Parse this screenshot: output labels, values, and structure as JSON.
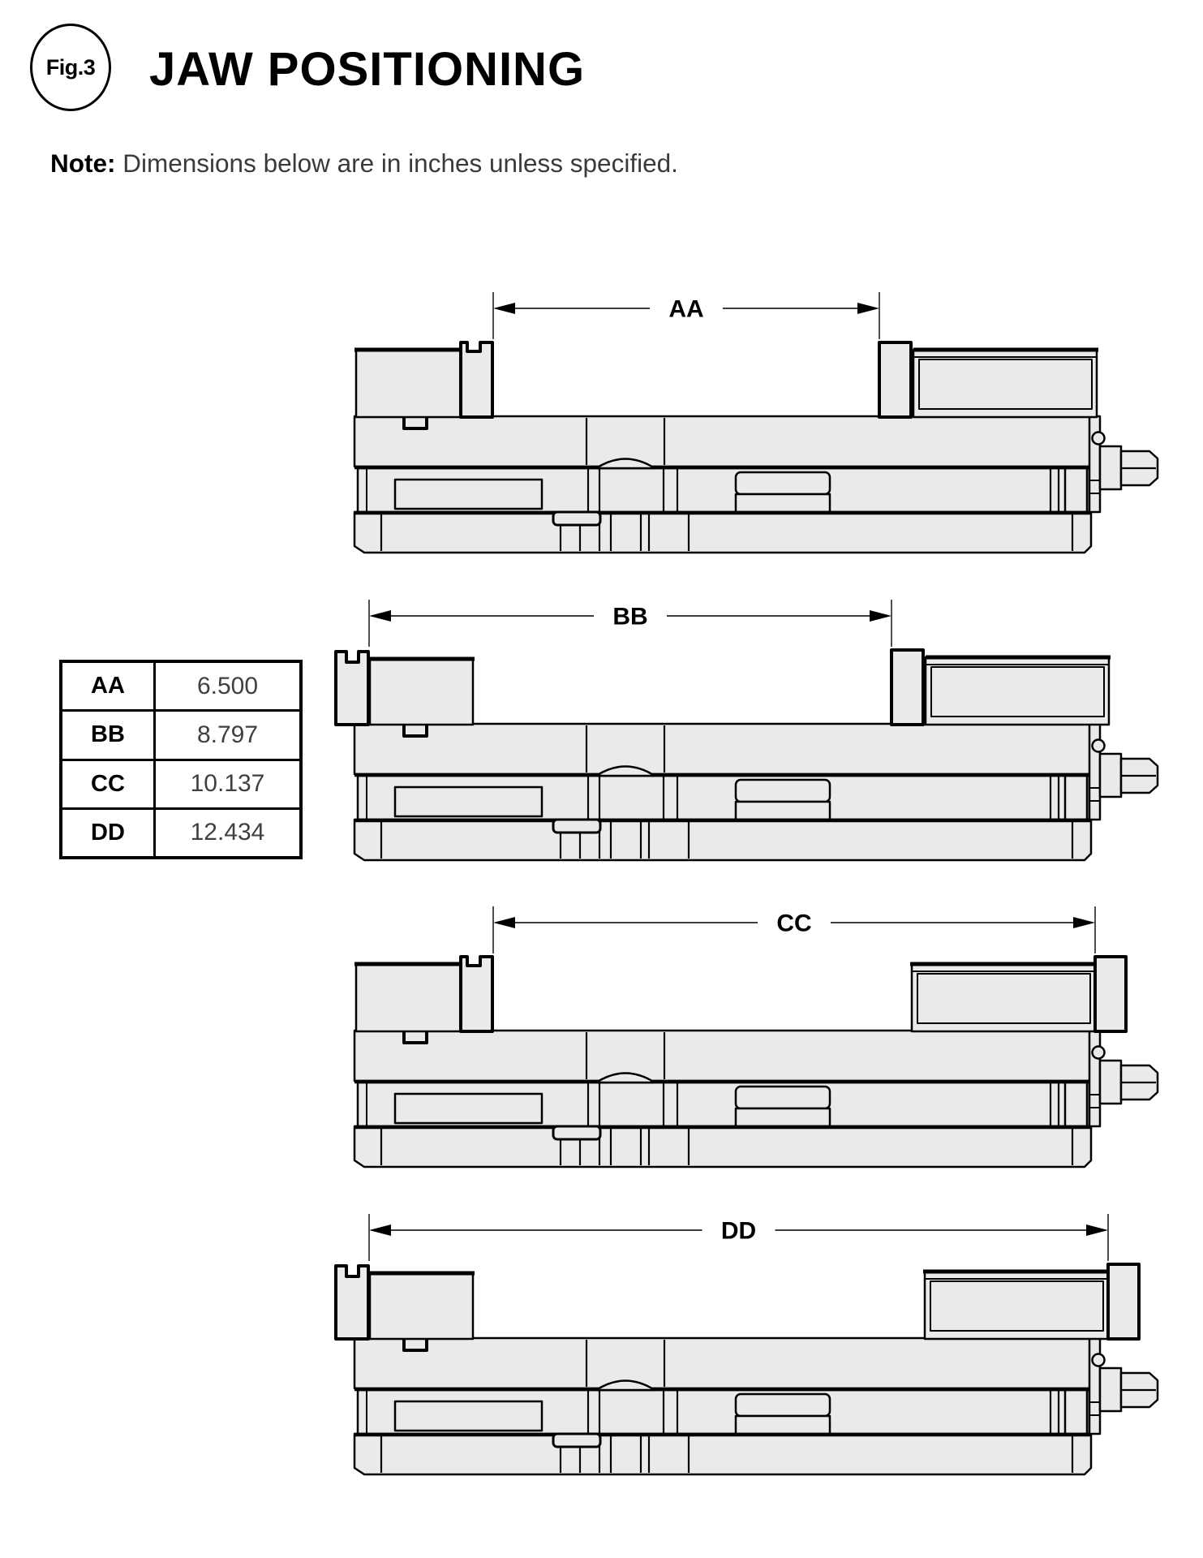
{
  "figure_label": "Fig.3",
  "title": "JAW POSITIONING",
  "note": {
    "prefix": "Note:",
    "text": "Dimensions below are in inches unless specified."
  },
  "dimensions_table": {
    "rows": [
      {
        "label": "AA",
        "value": "6.500"
      },
      {
        "label": "BB",
        "value": "8.797"
      },
      {
        "label": "CC",
        "value": "10.137"
      },
      {
        "label": "DD",
        "value": "12.434"
      }
    ]
  },
  "units": "inches",
  "diagrams": [
    {
      "label": "AA",
      "value_inches": 6.5,
      "left_jaw_position": "inner",
      "right_jaw_position": "inner"
    },
    {
      "label": "BB",
      "value_inches": 8.797,
      "left_jaw_position": "outer",
      "right_jaw_position": "inner"
    },
    {
      "label": "CC",
      "value_inches": 10.137,
      "left_jaw_position": "inner",
      "right_jaw_position": "outer"
    },
    {
      "label": "DD",
      "value_inches": 12.434,
      "left_jaw_position": "outer",
      "right_jaw_position": "outer"
    }
  ],
  "style": {
    "part_fill": "#e9eaea",
    "line_color": "#000000",
    "dim_line_color": "#3c3c3c",
    "value_text_color": "#3f3f3f"
  }
}
